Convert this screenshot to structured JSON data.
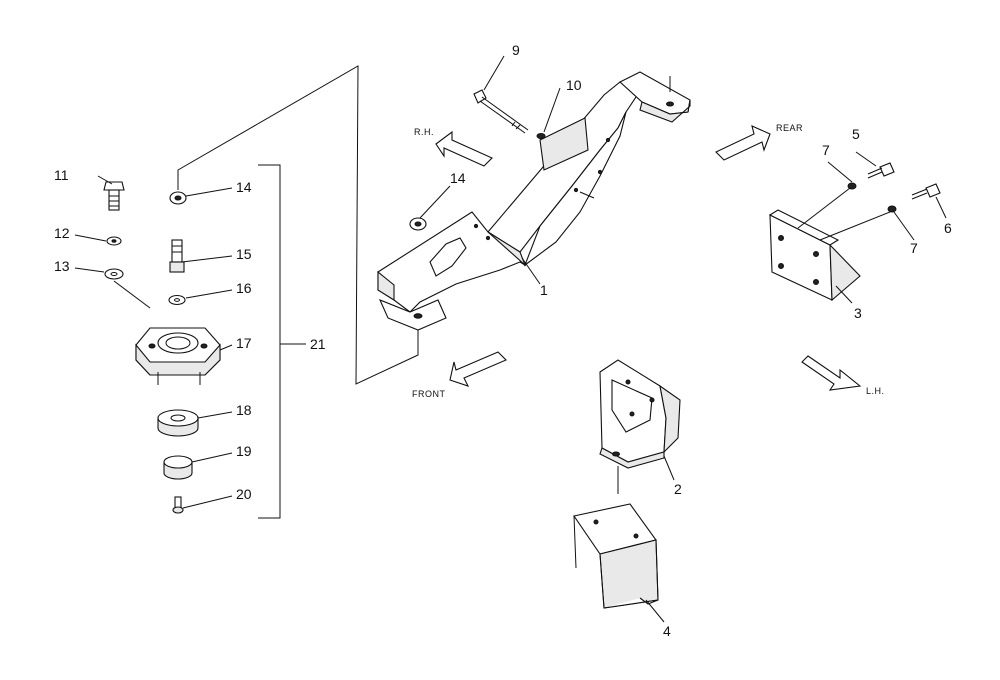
{
  "directions": {
    "rh": "R.H.",
    "rear": "REAR",
    "front": "FRONT",
    "lh": "L.H."
  },
  "callouts": {
    "c1": "1",
    "c2": "2",
    "c3": "3",
    "c4": "4",
    "c5": "5",
    "c6": "6",
    "c7a": "7",
    "c7b": "7",
    "c9": "9",
    "c10": "10",
    "c11": "11",
    "c12": "12",
    "c13": "13",
    "c14a": "14",
    "c14b": "14",
    "c15": "15",
    "c16": "16",
    "c17": "17",
    "c18": "18",
    "c19": "19",
    "c20": "20",
    "c21": "21"
  }
}
